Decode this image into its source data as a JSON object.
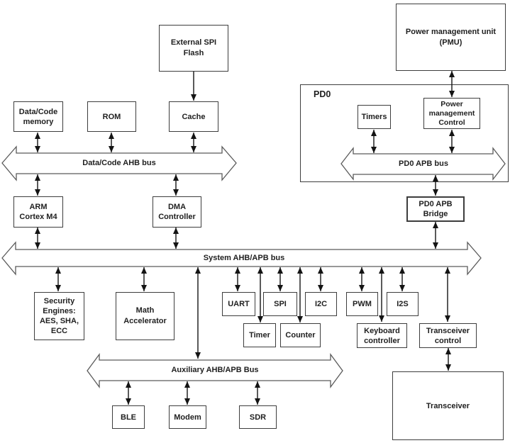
{
  "groups": {
    "pd0": {
      "label": "PD0"
    }
  },
  "buses": {
    "data_code_ahb": {
      "label": "Data/Code AHB bus"
    },
    "pd0_apb": {
      "label": "PD0 APB bus"
    },
    "system_ahb_apb": {
      "label": "System AHB/APB bus"
    },
    "auxiliary_ahb_apb": {
      "label": "Auxiliary AHB/APB Bus"
    }
  },
  "nodes": {
    "external_spi_flash": {
      "label": "External SPI\nFlash"
    },
    "pmu": {
      "label": "Power management unit\n(PMU)"
    },
    "data_code_memory": {
      "label": "Data/Code\nmemory"
    },
    "rom": {
      "label": "ROM"
    },
    "cache": {
      "label": "Cache"
    },
    "timers": {
      "label": "Timers"
    },
    "power_management_control": {
      "label": "Power\nmanagement\nControl"
    },
    "arm_cortex_m4": {
      "label": "ARM\nCortex M4"
    },
    "dma_controller": {
      "label": "DMA\nController"
    },
    "pd0_apb_bridge": {
      "label": "PD0 APB\nBridge"
    },
    "security_engines": {
      "label": "Security\nEngines:\nAES, SHA,\nECC"
    },
    "math_accelerator": {
      "label": "Math\nAccelerator"
    },
    "uart": {
      "label": "UART"
    },
    "spi": {
      "label": "SPI"
    },
    "i2c": {
      "label": "I2C"
    },
    "pwm": {
      "label": "PWM"
    },
    "i2s": {
      "label": "I2S"
    },
    "timer": {
      "label": "Timer"
    },
    "counter": {
      "label": "Counter"
    },
    "keyboard_controller": {
      "label": "Keyboard\ncontroller"
    },
    "transceiver_control": {
      "label": "Transceiver\ncontrol"
    },
    "transceiver": {
      "label": "Transceiver"
    },
    "ble": {
      "label": "BLE"
    },
    "modem": {
      "label": "Modem"
    },
    "sdr": {
      "label": "SDR"
    }
  },
  "edges": [
    {
      "from": "external_spi_flash",
      "to": "cache",
      "type": "one-way"
    },
    {
      "from": "pmu",
      "to": "power_management_control",
      "type": "two-way"
    },
    {
      "from": "data_code_memory",
      "to": "data_code_ahb_bus",
      "type": "two-way"
    },
    {
      "from": "rom",
      "to": "data_code_ahb_bus",
      "type": "two-way"
    },
    {
      "from": "cache",
      "to": "data_code_ahb_bus",
      "type": "two-way"
    },
    {
      "from": "data_code_ahb_bus",
      "to": "arm_cortex_m4",
      "type": "two-way"
    },
    {
      "from": "data_code_ahb_bus",
      "to": "dma_controller",
      "type": "two-way"
    },
    {
      "from": "timers",
      "to": "pd0_apb_bus",
      "type": "two-way"
    },
    {
      "from": "power_management_control",
      "to": "pd0_apb_bus",
      "type": "two-way"
    },
    {
      "from": "pd0_apb_bus",
      "to": "pd0_apb_bridge",
      "type": "two-way"
    },
    {
      "from": "pd0_apb_bridge",
      "to": "system_ahb_apb_bus",
      "type": "two-way"
    },
    {
      "from": "arm_cortex_m4",
      "to": "system_ahb_apb_bus",
      "type": "two-way"
    },
    {
      "from": "dma_controller",
      "to": "system_ahb_apb_bus",
      "type": "two-way"
    },
    {
      "from": "system_ahb_apb_bus",
      "to": "security_engines",
      "type": "two-way"
    },
    {
      "from": "system_ahb_apb_bus",
      "to": "math_accelerator",
      "type": "two-way"
    },
    {
      "from": "system_ahb_apb_bus",
      "to": "auxiliary_ahb_apb_bus",
      "type": "two-way"
    },
    {
      "from": "system_ahb_apb_bus",
      "to": "uart",
      "type": "two-way"
    },
    {
      "from": "system_ahb_apb_bus",
      "to": "timer",
      "type": "two-way"
    },
    {
      "from": "system_ahb_apb_bus",
      "to": "spi",
      "type": "two-way"
    },
    {
      "from": "system_ahb_apb_bus",
      "to": "counter",
      "type": "two-way"
    },
    {
      "from": "system_ahb_apb_bus",
      "to": "i2c",
      "type": "two-way"
    },
    {
      "from": "system_ahb_apb_bus",
      "to": "pwm",
      "type": "two-way"
    },
    {
      "from": "system_ahb_apb_bus",
      "to": "keyboard_controller",
      "type": "two-way"
    },
    {
      "from": "system_ahb_apb_bus",
      "to": "i2s",
      "type": "two-way"
    },
    {
      "from": "system_ahb_apb_bus",
      "to": "transceiver_control",
      "type": "two-way"
    },
    {
      "from": "transceiver_control",
      "to": "transceiver",
      "type": "two-way"
    },
    {
      "from": "auxiliary_ahb_apb_bus",
      "to": "ble",
      "type": "two-way"
    },
    {
      "from": "auxiliary_ahb_apb_bus",
      "to": "modem",
      "type": "two-way"
    },
    {
      "from": "auxiliary_ahb_apb_bus",
      "to": "sdr",
      "type": "two-way"
    }
  ],
  "colors": {
    "background": "#ffffff",
    "box_border": "#3d3d3d",
    "bus_outline": "#5a5a5a",
    "arrow": "#141414",
    "text": "#1f1f1f"
  }
}
